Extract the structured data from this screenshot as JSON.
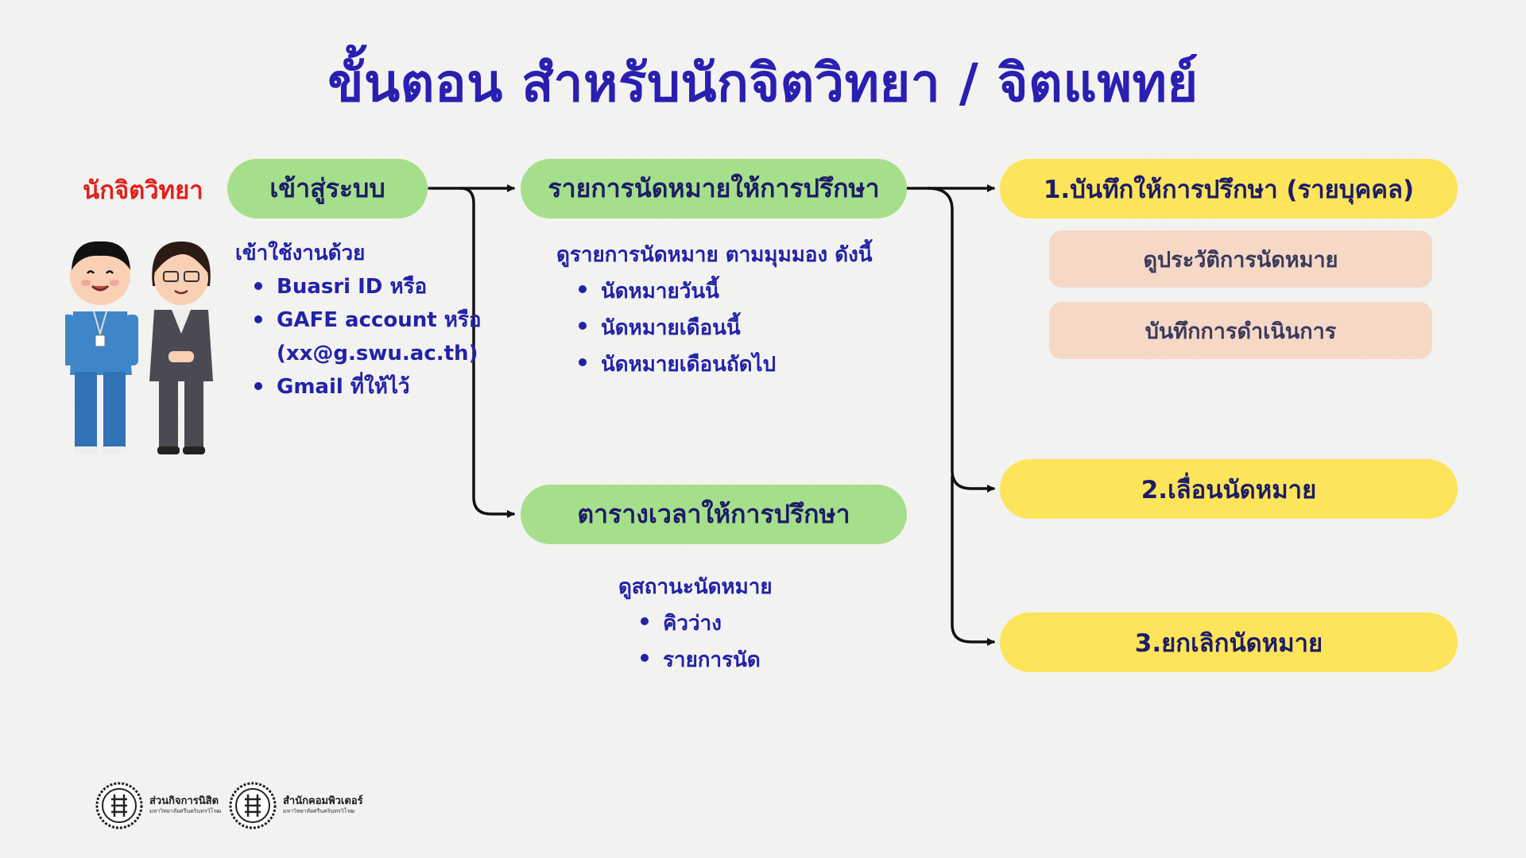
{
  "title": "ขั้นตอน สำหรับนักจิตวิทยา / จิตแพทย์",
  "role_label": "นักจิตวิทยา",
  "login": {
    "label": "เข้าสู่ระบบ",
    "intro": "เข้าใช้งานด้วย",
    "items": [
      "Buasri ID หรือ",
      "GAFE account หรือ",
      "(xx@g.swu.ac.th)",
      "Gmail ที่ให้ไว้"
    ]
  },
  "appointments": {
    "label": "รายการนัดหมายให้การปรึกษา",
    "intro": "ดูรายการนัดหมาย ตามมุมมอง ดังนี้",
    "items": [
      "นัดหมายวันนี้",
      "นัดหมายเดือนนี้",
      "นัดหมายเดือนถัดไป"
    ]
  },
  "schedule": {
    "label": "ตารางเวลาให้การปรึกษา",
    "intro": "ดูสถานะนัดหมาย",
    "items": [
      "คิวว่าง",
      "รายการนัด"
    ]
  },
  "actions": [
    {
      "label": "1.บันทึกให้การปรึกษา (รายบุคคล)",
      "sub": [
        "ดูประวัติการนัดหมาย",
        "บันทึกการดำเนินการ"
      ]
    },
    {
      "label": "2.เลื่อนนัดหมาย"
    },
    {
      "label": "3.ยกเลิกนัดหมาย"
    }
  ],
  "footer": [
    {
      "org": "ส่วนกิจการนิสิต",
      "sub": "มหาวิทยาลัยศรีนครินทรวิโรฒ"
    },
    {
      "org": "สำนักคอมพิวเตอร์",
      "sub": "มหาวิทยาลัยศรีนครินทรวิโรฒ"
    }
  ],
  "colors": {
    "title": "#2a1fb0",
    "role": "#e0201c",
    "text": "#2222a8",
    "green": "#a6df8b",
    "yellow": "#fde45a",
    "peach": "#f6d8c7"
  }
}
